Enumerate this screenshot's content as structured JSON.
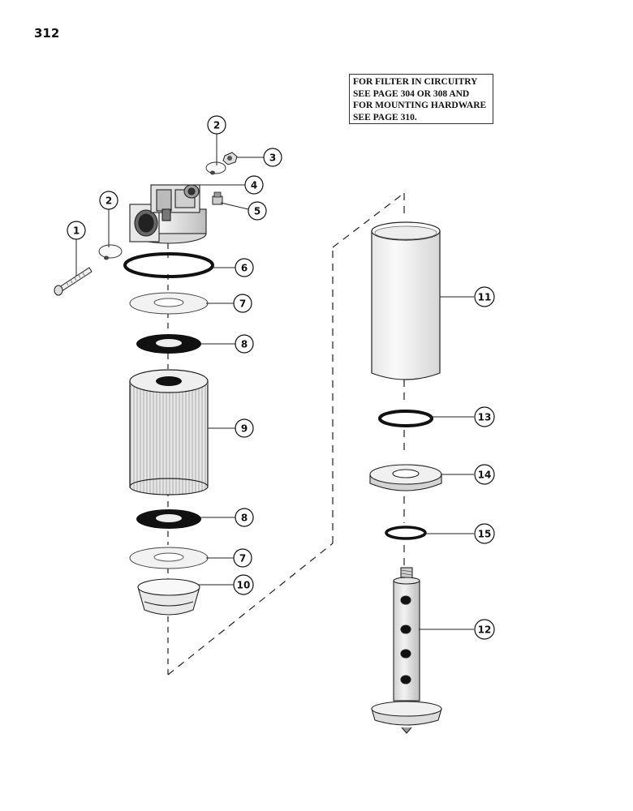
{
  "page_number": "312",
  "note": {
    "lines": [
      "FOR FILTER IN CIRCUITRY",
      "SEE PAGE 304 OR 308 AND",
      "FOR MOUNTING HARDWARE",
      "SEE PAGE 310."
    ]
  },
  "callouts": {
    "c1": "1",
    "c2a": "2",
    "c2b": "2",
    "c3": "3",
    "c4": "4",
    "c5": "5",
    "c6": "6",
    "c7a": "7",
    "c7b": "7",
    "c8a": "8",
    "c8b": "8",
    "c9": "9",
    "c10": "10",
    "c11": "11",
    "c12": "12",
    "c13": "13",
    "c14": "14",
    "c15": "15"
  }
}
